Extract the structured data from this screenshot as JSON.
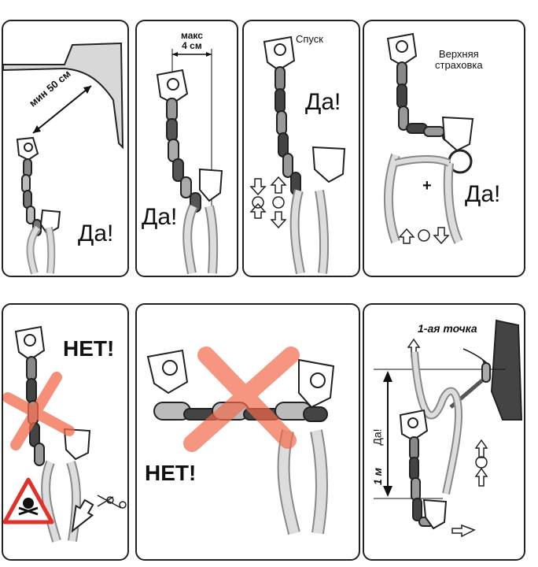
{
  "header": {
    "caption": ""
  },
  "panels": {
    "p1": {
      "label_min": "мин 50 см",
      "label_yes": "Да!"
    },
    "p2": {
      "label_max": "макс\n4 см",
      "label_yes": "Да!"
    },
    "p3": {
      "label_descent": "Спуск",
      "label_yes": "Да!"
    },
    "p4": {
      "label_toprope": "Верхняя\nстраховка",
      "label_plus": "+",
      "label_yes": "Да!"
    },
    "p5": {
      "label_no": "НЕТ!"
    },
    "p6": {
      "label_no": "НЕТ!"
    },
    "p7": {
      "label_first_point": "1-ая точка",
      "label_one_m": "1 м",
      "label_yes": "Да!"
    }
  },
  "colors": {
    "ink": "#111111",
    "cross": "#f26a4b",
    "warning": "#e0312b",
    "chain_dark": "#3a3a3a",
    "chain_light": "#bdbdbd"
  }
}
